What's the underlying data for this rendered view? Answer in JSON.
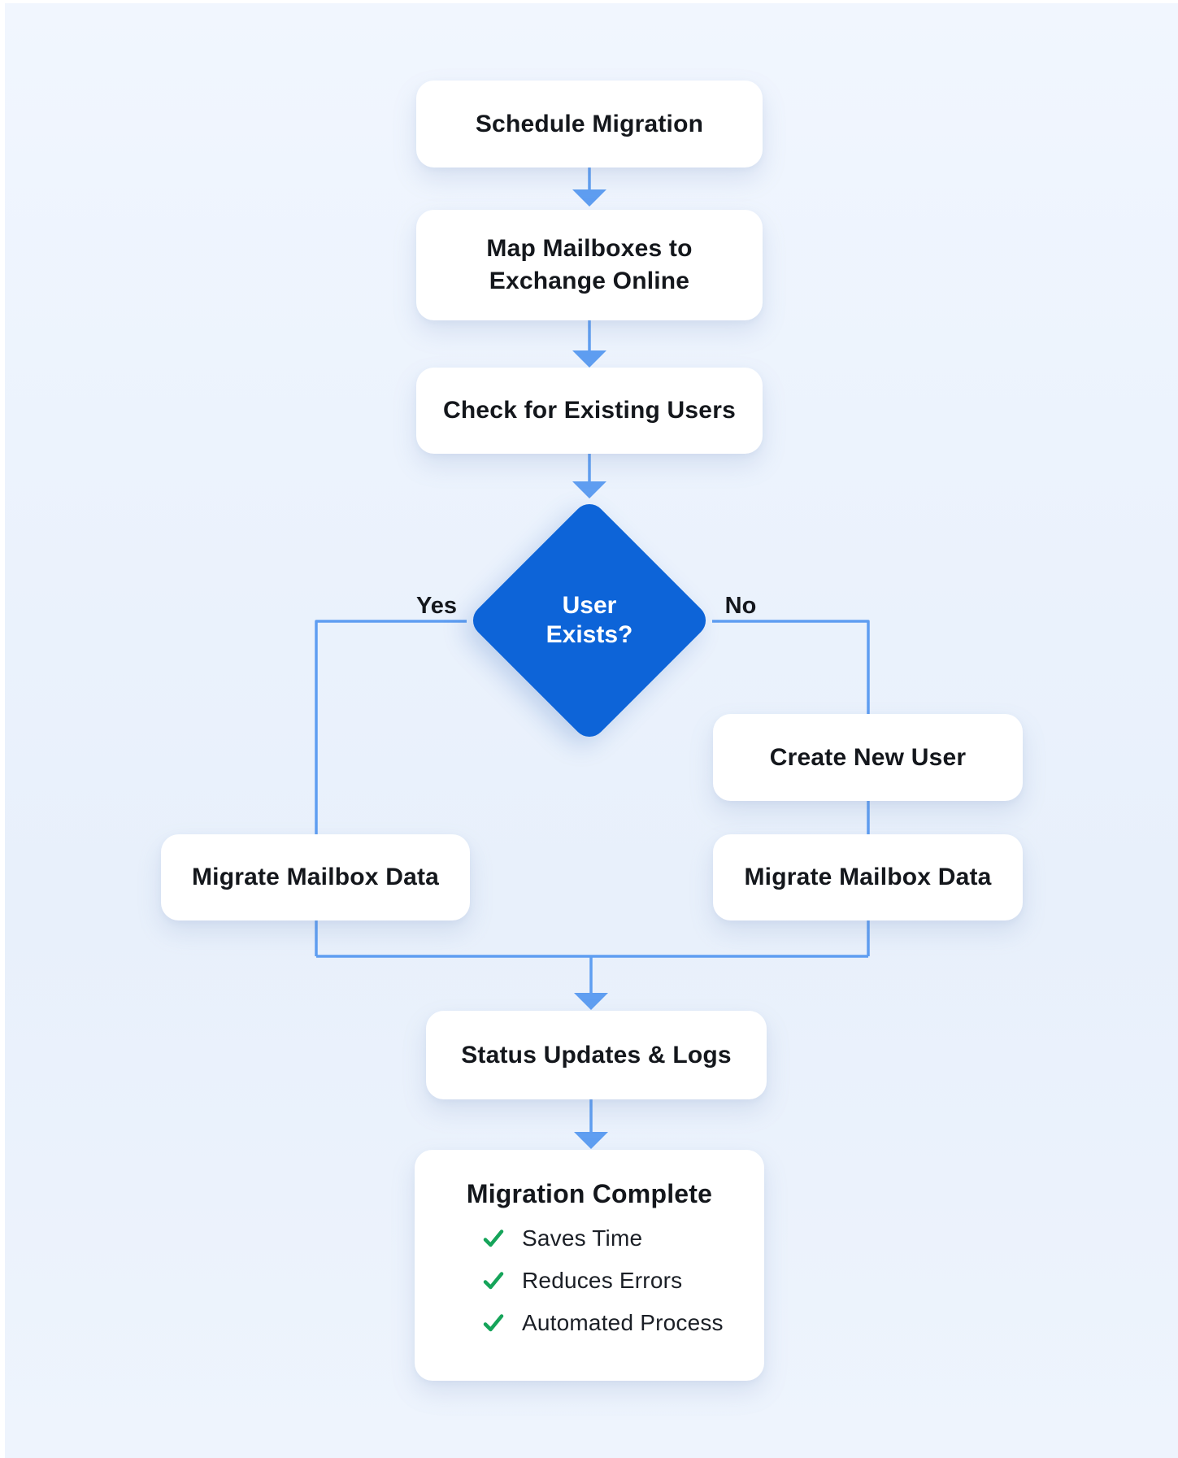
{
  "diagram": {
    "type": "flowchart",
    "topic": "Mailbox migration to Exchange Online",
    "colors": {
      "decision_fill": "#0d64d8",
      "connector_blue": "#5f9ef1",
      "check_green": "#16a45a",
      "background_tint": "#ecf3fd",
      "node_background": "#ffffff",
      "text_dark": "#14171c"
    },
    "nodes": {
      "schedule": {
        "label": "Schedule Migration"
      },
      "map_mailboxes": {
        "lines": [
          "Map Mailboxes to",
          "Exchange Online"
        ]
      },
      "check_existing": {
        "label": "Check for Existing Users"
      },
      "decision": {
        "lines": [
          "User",
          "Exists?"
        ]
      },
      "create_user": {
        "label": "Create New User"
      },
      "migrate_left": {
        "label": "Migrate Mailbox Data"
      },
      "migrate_right": {
        "label": "Migrate Mailbox Data"
      },
      "status": {
        "label": "Status Updates & Logs"
      },
      "complete": {
        "title": "Migration Complete",
        "benefits": [
          "Saves Time",
          "Reduces Errors",
          "Automated Process"
        ]
      }
    },
    "branches": {
      "yes_label": "Yes",
      "no_label": "No"
    }
  }
}
